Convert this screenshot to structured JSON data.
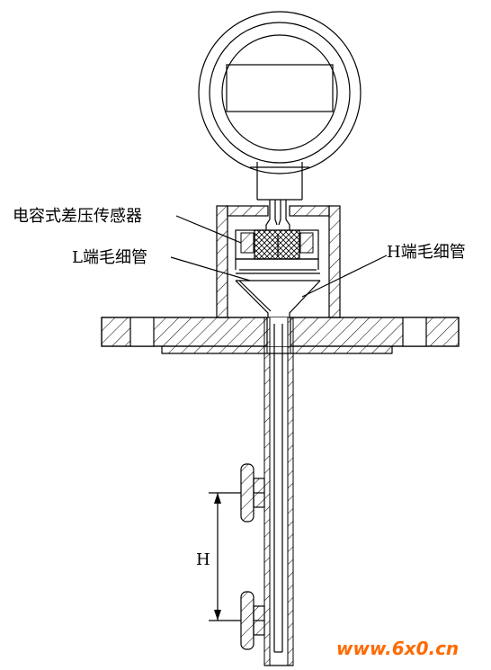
{
  "labels": {
    "sensor": "电容式差压传感器",
    "l_capillary": "L端毛细管",
    "h_capillary": "H端毛细管",
    "height": "H"
  },
  "watermark": "www.6x0.cn",
  "colors": {
    "line": "#000000",
    "watermark": "#ff6a00",
    "background": "#ffffff"
  }
}
